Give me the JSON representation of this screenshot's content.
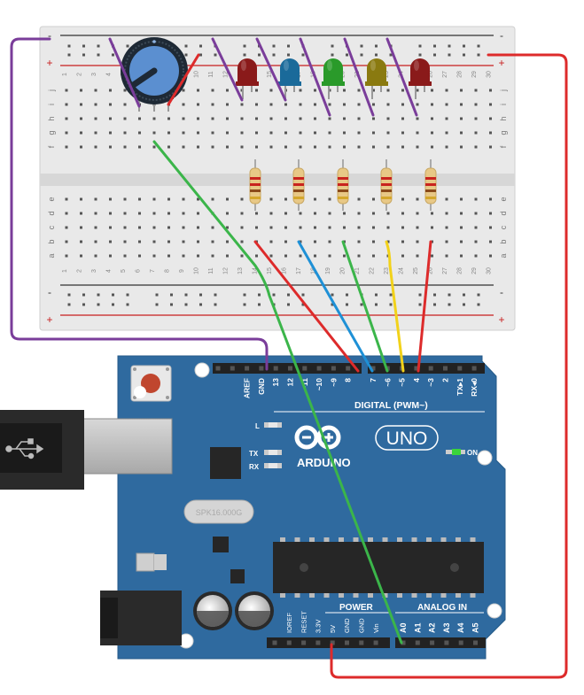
{
  "breadboard": {
    "rail_minus": "-",
    "rail_plus": "+",
    "row_letters_top": [
      "j",
      "i",
      "h",
      "g",
      "f"
    ],
    "row_letters_bottom": [
      "e",
      "d",
      "c",
      "b",
      "a"
    ],
    "columns": 30
  },
  "components": {
    "potentiometer": {
      "label": "potentiometer",
      "color": "#5b8fd0"
    },
    "leds": [
      {
        "color": "#8a1a1a",
        "name": "led-red-1"
      },
      {
        "color": "#1a6a9a",
        "name": "led-blue"
      },
      {
        "color": "#2a9a2a",
        "name": "led-green"
      },
      {
        "color": "#8a7a10",
        "name": "led-yellow"
      },
      {
        "color": "#8a1a1a",
        "name": "led-red-2"
      }
    ],
    "resistors": 5
  },
  "arduino": {
    "brand": "ARDUINO",
    "model": "UNO",
    "digital_label": "DIGITAL (PWM~)",
    "digital_pins": [
      "AREF",
      "GND",
      "13",
      "12",
      "~11",
      "~10",
      "~9",
      "8",
      "7",
      "~6",
      "~5",
      "4",
      "~3",
      "2",
      "TX▸1",
      "RX◂0"
    ],
    "led_labels": [
      "L",
      "TX",
      "RX"
    ],
    "on_label": "ON",
    "crystal_label": "SPK16.000G",
    "power_label": "POWER",
    "power_pins": [
      "IOREF",
      "RESET",
      "3.3V",
      "5V",
      "GND",
      "GND",
      "Vin"
    ],
    "analog_label": "ANALOG IN",
    "analog_pins": [
      "A0",
      "A1",
      "A2",
      "A3",
      "A4",
      "A5"
    ],
    "board_color": "#2f6a9f"
  },
  "wires": [
    {
      "name": "gnd-wire",
      "color": "#7a3d9a"
    },
    {
      "name": "5v-wire",
      "color": "#dd2b2b"
    },
    {
      "name": "pot-to-a0-wire",
      "color": "#3bb54a"
    },
    {
      "name": "pin8-wire",
      "color": "#dd2b2b"
    },
    {
      "name": "pin7-wire",
      "color": "#1e90d6"
    },
    {
      "name": "pin6-wire",
      "color": "#3bb54a"
    },
    {
      "name": "pin5-wire",
      "color": "#f2d21a"
    },
    {
      "name": "pin4-wire",
      "color": "#dd2b2b"
    }
  ]
}
